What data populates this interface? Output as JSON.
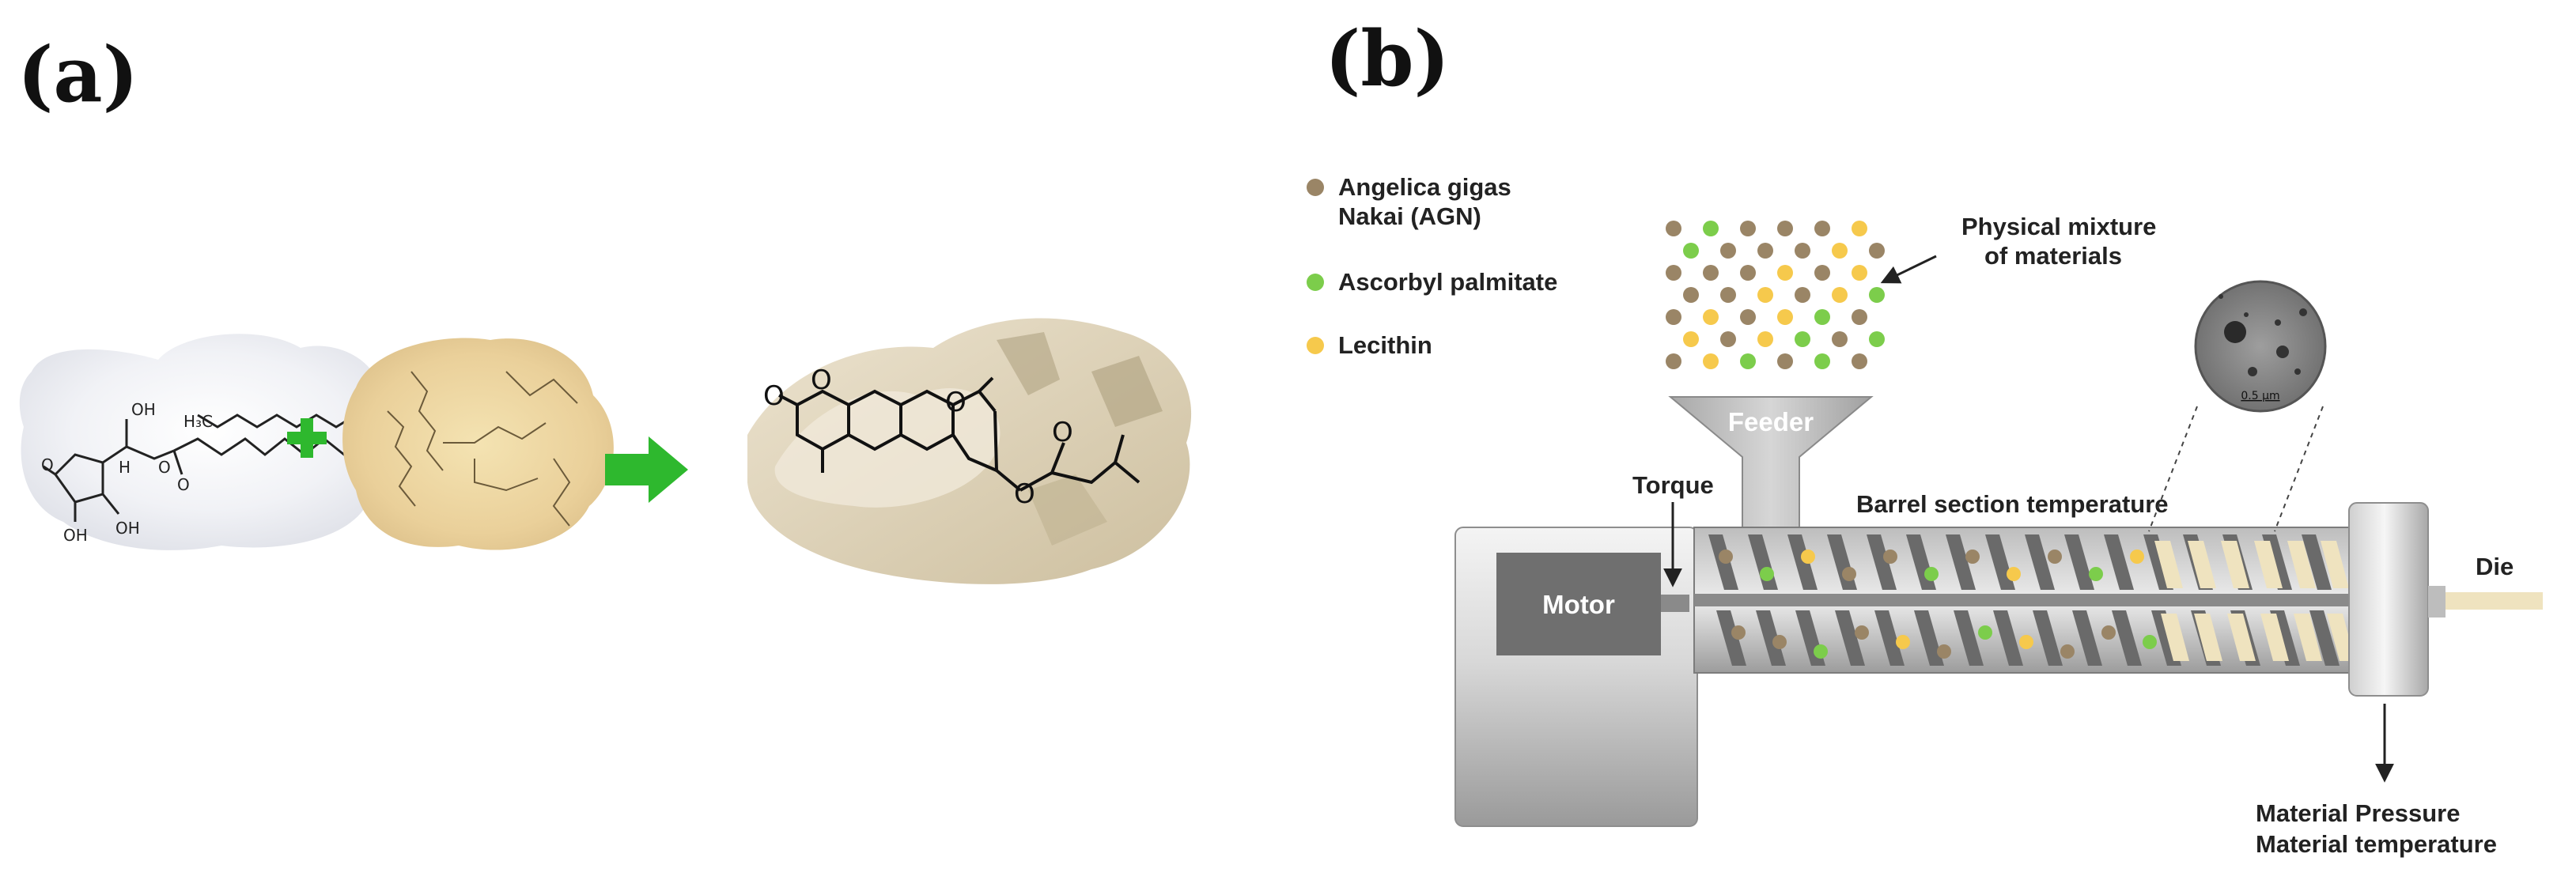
{
  "panel_a": {
    "label": "(a)",
    "molecule_labels": [
      "OH",
      "H₃C",
      "O",
      "OH",
      "OH",
      "H",
      "O",
      "O"
    ]
  },
  "panel_b": {
    "label": "(b)",
    "legend": [
      {
        "label": "Angelica gigas\nNakai (AGN)",
        "line1": "Angelica gigas",
        "line2": "Nakai (AGN)",
        "color": "#9a8566"
      },
      {
        "label": "Ascorbyl palmitate",
        "color": "#7ccd4b"
      },
      {
        "label": "Lecithin",
        "color": "#f6c94c"
      }
    ],
    "mixture_label": [
      "Physical mixture",
      "of materials"
    ],
    "feeder_label": "Feeder",
    "torque_label": "Torque",
    "barrel_label": "Barrel section temperature",
    "motor_label": "Motor",
    "die_label": "Die",
    "output_labels": [
      "Material Pressure",
      "Material temperature"
    ],
    "scale_label": "0.5 μm"
  },
  "colors": {
    "agn": "#9a8566",
    "ascorbyl": "#7ccd4b",
    "lecithin": "#f6c94c",
    "arrow_green": "#2eb82e",
    "extrudate": "#efe3bf"
  }
}
